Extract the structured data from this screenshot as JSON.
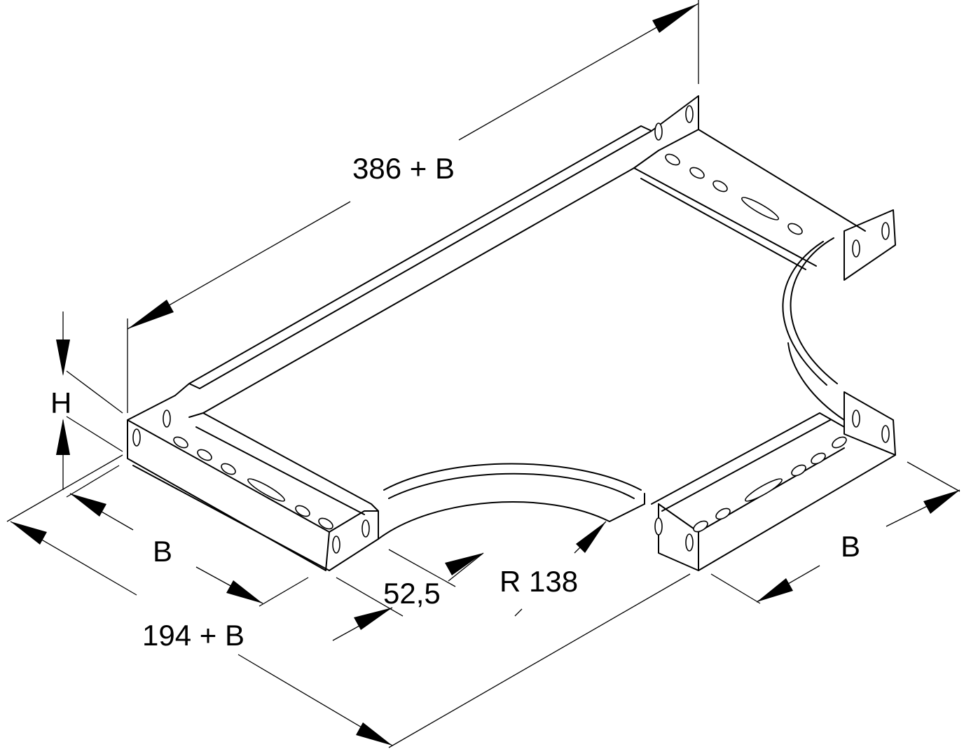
{
  "drawing": {
    "title": "Cable tray T-piece dimension drawing",
    "dimensions": {
      "length": "386 + B",
      "height": "H",
      "width_left": "B",
      "width_total": "194 + B",
      "offset": "52,5",
      "radius": "R 138",
      "width_right": "B"
    }
  }
}
